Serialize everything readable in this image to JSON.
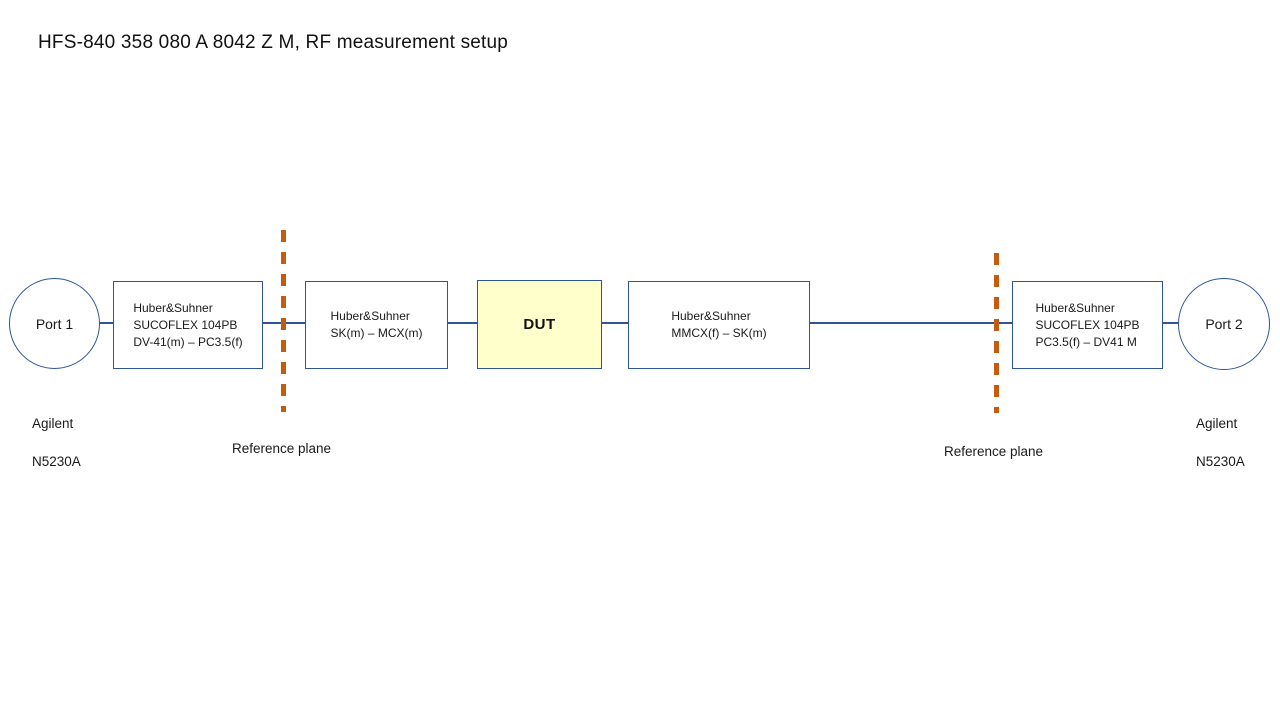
{
  "title": "HFS-840 358 080 A 8042 Z M, RF measurement setup",
  "colors": {
    "line_blue": "#2F5597",
    "dashed_orange": "#C55A11",
    "dut_fill": "#FFFFCC",
    "text": "#1A1A1A"
  },
  "diagram": {
    "ports": {
      "port1": "Port 1",
      "port2": "Port 2"
    },
    "instruments": {
      "left": {
        "line1": "Agilent",
        "line2": "N5230A"
      },
      "right": {
        "line1": "Agilent",
        "line2": "N5230A"
      }
    },
    "boxes": {
      "cable_left": {
        "lines": [
          "Huber&Suhner",
          "SUCOFLEX 104PB",
          "DV-41(m) – PC3.5(f)"
        ]
      },
      "adapter_left": {
        "lines": [
          "Huber&Suhner",
          "SK(m) – MCX(m)"
        ]
      },
      "dut": {
        "label": "DUT"
      },
      "adapter_right": {
        "lines": [
          "Huber&Suhner",
          "MMCX(f) – SK(m)"
        ]
      },
      "cable_right": {
        "lines": [
          "Huber&Suhner",
          "SUCOFLEX 104PB",
          "PC3.5(f) – DV41 M"
        ]
      }
    },
    "reference_planes": {
      "left": "Reference plane",
      "right": "Reference plane"
    }
  }
}
